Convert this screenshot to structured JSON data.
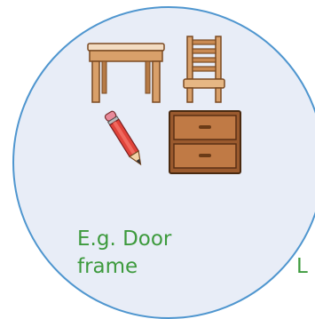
{
  "diagram": {
    "example_line1": "E.g. Door",
    "example_line2": "frame",
    "edge_letter": "L"
  },
  "items": [
    {
      "icon": "table-icon"
    },
    {
      "icon": "chair-icon"
    },
    {
      "icon": "pencil-icon"
    },
    {
      "icon": "cabinet-icon"
    }
  ],
  "colors": {
    "circle_fill": "#e8edf7",
    "circle_border": "#4f96cf",
    "label_text": "#3d9a3d",
    "wood": "#c98a53",
    "wood_dark": "#7a4a22"
  }
}
